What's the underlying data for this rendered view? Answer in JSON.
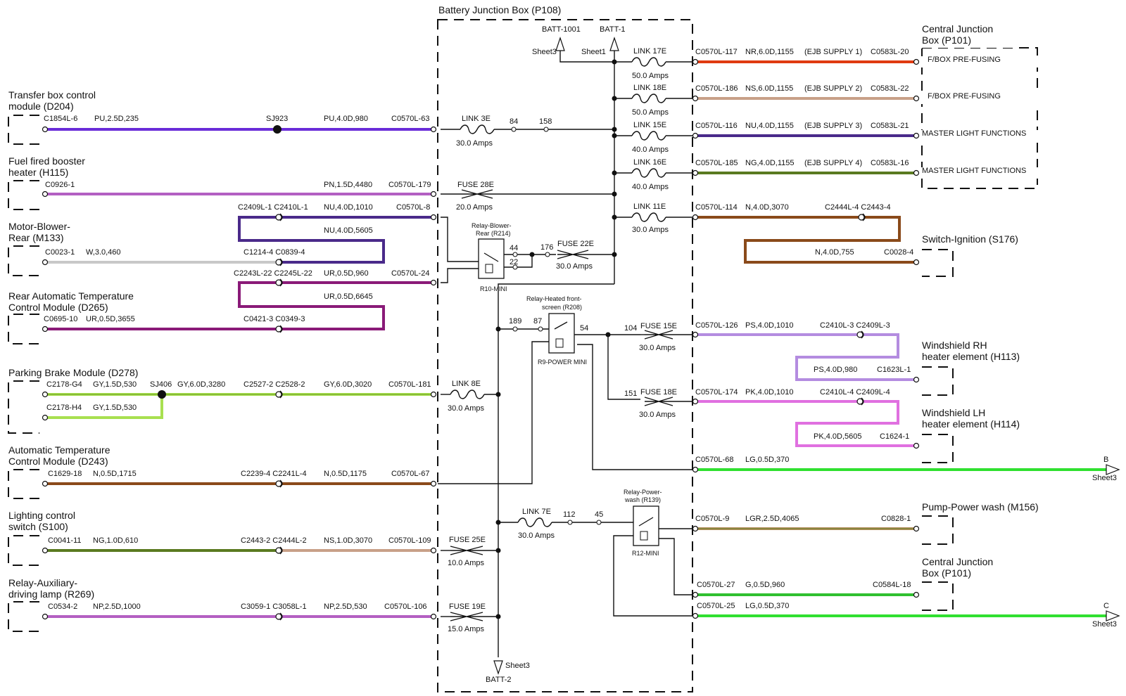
{
  "colors": {
    "purple": "#6a2cd8",
    "pink_purple": "#b35fc2",
    "navy_violet": "#4a2a8a",
    "white_wire": "#c8c8c8",
    "violet_red": "#8a1a78",
    "lime": "#a8e050",
    "brown": "#8a4a1a",
    "tan": "#c8a088",
    "olive": "#5a7a20",
    "red": "#e03a10",
    "light_violet": "#b48ce0",
    "magenta": "#e070e0",
    "green": "#30e030",
    "dark_green": "#30c030",
    "lgr": "#b89060",
    "black": "#111111"
  },
  "title": "Battery Junction Box (P108)",
  "batt": {
    "batt1001": "BATT-1001",
    "batt1": "BATT-1",
    "sheet3a": "Sheet3",
    "sheet1": "Sheet1",
    "sheet3b": "Sheet3",
    "batt2": "BATT-2"
  },
  "right_boxes": {
    "cjb_title": "Central Junction Box (P101)",
    "cjb_title_l1": "Central Junction",
    "cjb_title_l2": "Box (P101)",
    "fbox1": "F/BOX PRE-FUSING",
    "fbox2": "F/BOX PRE-FUSING",
    "master1": "MASTER LIGHT FUNCTIONS",
    "master2": "MASTER LIGHT FUNCTIONS",
    "ignition": "Switch-Ignition (S176)",
    "wrh_l1": "Windshield RH",
    "wrh_l2": "heater element (H113)",
    "wlh_l1": "Windshield LH",
    "wlh_l2": "heater element (H114)",
    "pump": "Pump-Power wash (M156)",
    "cjb2_l1": "Central Junction",
    "cjb2_l2": "Box (P101)"
  },
  "links": [
    {
      "name": "LINK 17E",
      "amps": "50.0 Amps"
    },
    {
      "name": "LINK 18E",
      "amps": "50.0 Amps"
    },
    {
      "name": "LINK 15E",
      "amps": "40.0 Amps"
    },
    {
      "name": "LINK 16E",
      "amps": "40.0 Amps"
    },
    {
      "name": "LINK 11E",
      "amps": "30.0 Amps"
    },
    {
      "name": "LINK 3E",
      "amps": "30.0 Amps"
    },
    {
      "name": "FUSE 28E",
      "amps": "20.0 Amps"
    },
    {
      "name": "FUSE 22E",
      "amps": "30.0 Amps"
    },
    {
      "name": "FUSE 15E",
      "amps": "30.0 Amps"
    },
    {
      "name": "FUSE 18E",
      "amps": "30.0 Amps"
    },
    {
      "name": "LINK 8E",
      "amps": "30.0 Amps"
    },
    {
      "name": "LINK 7E",
      "amps": "30.0 Amps"
    },
    {
      "name": "FUSE 25E",
      "amps": "10.0 Amps"
    },
    {
      "name": "FUSE 19E",
      "amps": "15.0 Amps"
    }
  ],
  "right_wires": [
    {
      "from": "C0570L-117",
      "spec": "NR,6.0D,1155",
      "note": "(EJB SUPPLY 1)",
      "to": "C0583L-20"
    },
    {
      "from": "C0570L-186",
      "spec": "NS,6.0D,1155",
      "note": "(EJB SUPPLY 2)",
      "to": "C0583L-22"
    },
    {
      "from": "C0570L-116",
      "spec": "NU,4.0D,1155",
      "note": "(EJB SUPPLY 3)",
      "to": "C0583L-21"
    },
    {
      "from": "C0570L-185",
      "spec": "NG,4.0D,1155",
      "note": "(EJB SUPPLY 4)",
      "to": "C0583L-16"
    }
  ],
  "ign": {
    "from": "C0570L-114",
    "spec": "N,4.0D,3070",
    "mid": "C2444L-4 C2443-4",
    "spec2": "N,4.0D,755",
    "to": "C0028-4"
  },
  "wrh": {
    "from": "C0570L-126",
    "spec": "PS,4.0D,1010",
    "mid": "C2410L-3 C2409L-3",
    "spec2": "PS,4.0D,980",
    "to": "C1623L-1"
  },
  "wlh": {
    "from": "C0570L-174",
    "spec": "PK,4.0D,1010",
    "mid": "C2410L-4 C2409L-4",
    "spec2": "PK,4.0D,5605",
    "to": "C1624-1"
  },
  "out_b": {
    "from": "C0570L-68",
    "spec": "LG,0.5D,370",
    "letter": "B",
    "sheet": "Sheet3"
  },
  "pump_w": {
    "from": "C0570L-9",
    "spec": "LGR,2.5D,4065",
    "to": "C0828-1"
  },
  "cjb_w": {
    "from": "C0570L-27",
    "spec": "G,0.5D,960",
    "to": "C0584L-18"
  },
  "out_c": {
    "from": "C0570L-25",
    "spec": "LG,0.5D,370",
    "letter": "C",
    "sheet": "Sheet3"
  },
  "relays": {
    "r214_l1": "Relay-Blower-",
    "r214_l2": "Rear (R214)",
    "r214_type": "R10-MINI",
    "r208_l1": "Relay-Heated front-",
    "r208_l2": "screen (R208)",
    "r208_type": "R9-POWER MINI",
    "r139_l1": "Relay-Power-",
    "r139_l2": "wash (R139)",
    "r139_type": "R12-MINI"
  },
  "pins": {
    "p84": "84",
    "p158": "158",
    "p44": "44",
    "p22": "22",
    "p176": "176",
    "p189": "189",
    "p87": "87",
    "p54": "54",
    "p104": "104",
    "p151": "151",
    "p112": "112",
    "p45": "45"
  },
  "left": {
    "tbcm_l1": "Transfer box control",
    "tbcm_l2": "module (D204)",
    "tbcm_c": "C1854L-6",
    "tbcm_s": "PU,2.5D,235",
    "sj923": "SJ923",
    "tbcm_s2": "PU,4.0D,980",
    "tbcm_to": "C0570L-63",
    "ffbh_l1": "Fuel fired booster",
    "ffbh_l2": "heater (H115)",
    "ffbh_c": "C0926-1",
    "ffbh_s": "PN,1.5D,4480",
    "ffbh_to": "C0570L-179",
    "mbr_l1": "Motor-Blower-",
    "mbr_l2": "Rear (M133)",
    "mbr_top": "C2409L-1 C2410L-1",
    "mbr_s_top": "NU,4.0D,1010",
    "mbr_to": "C0570L-8",
    "mbr_s_mid": "NU,4.0D,5605",
    "mbr_c": "C0023-1",
    "mbr_s": "W,3.0,460",
    "mbr_mid": "C1214-4 C0839-4",
    "ratc_l1": "Rear Automatic Temperature",
    "ratc_l2": "Control Module (D265)",
    "ratc_top": "C2243L-22 C2245L-22",
    "ratc_s_top": "UR,0.5D,960",
    "ratc_to": "C0570L-24",
    "ratc_s_mid": "UR,0.5D,6645",
    "ratc_c": "C0695-10",
    "ratc_s": "UR,0.5D,3655",
    "ratc_mid": "C0421-3 C0349-3",
    "pbm_l1": "Parking Brake Module (D278)",
    "pbm_c1": "C2178-G4",
    "pbm_s1": "GY,1.5D,530",
    "sj406": "SJ406",
    "pbm_s2": "GY,6.0D,3280",
    "pbm_mid": "C2527-2 C2528-2",
    "pbm_s3": "GY,6.0D,3020",
    "pbm_to": "C0570L-181",
    "pbm_c2": "C2178-H4",
    "pbm_s4": "GY,1.5D,530",
    "atc_l1": "Automatic Temperature",
    "atc_l2": "Control Module (D243)",
    "atc_c": "C1629-18",
    "atc_s": "N,0.5D,1715",
    "atc_mid": "C2239-4 C2241L-4",
    "atc_s2": "N,0.5D,1175",
    "atc_to": "C0570L-67",
    "lcs_l1": "Lighting control",
    "lcs_l2": "switch (S100)",
    "lcs_c": "C0041-11",
    "lcs_s": "NG,1.0D,610",
    "lcs_mid": "C2443-2 C2444L-2",
    "lcs_s2": "NS,1.0D,3070",
    "lcs_to": "C0570L-109",
    "radl_l1": "Relay-Auxiliary-",
    "radl_l2": "driving lamp (R269)",
    "radl_c": "C0534-2",
    "radl_s": "NP,2.5D,1000",
    "radl_mid": "C3059-1 C3058L-1",
    "radl_s2": "NP,2.5D,530",
    "radl_to": "C0570L-106"
  }
}
